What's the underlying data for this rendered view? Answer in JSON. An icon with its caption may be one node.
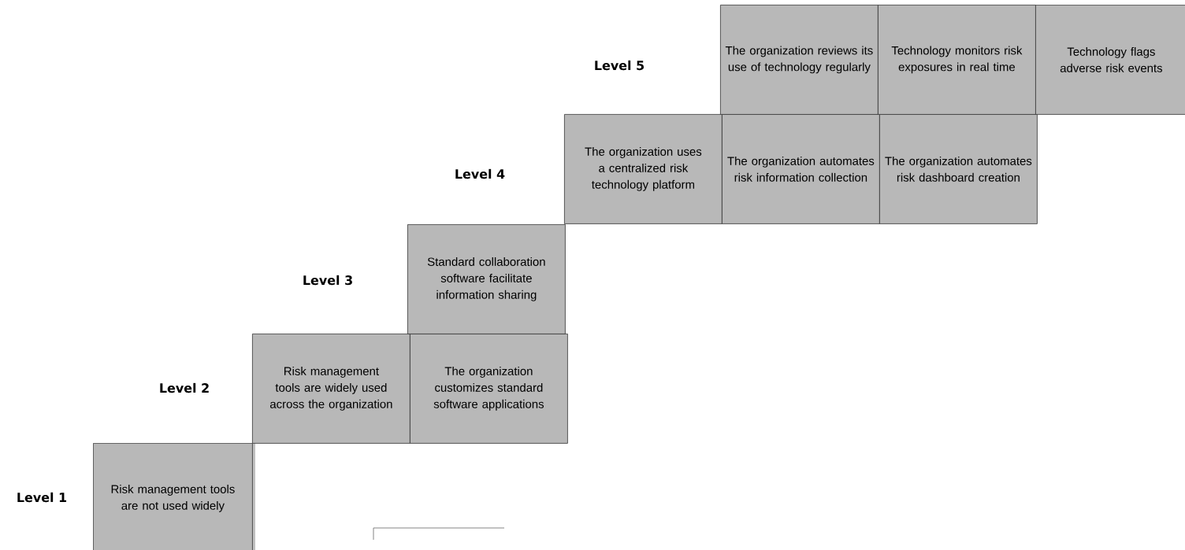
{
  "diagram": {
    "nodes": [
      {
        "text": [
          "Risk management tools are not used widely"
        ]
      },
      {
        "text": [
          "Risk management tools are widely used across the organization"
        ]
      },
      {
        "text": [
          "The organization customizes standard software applications"
        ]
      },
      {
        "text": [
          "Standard collaboration software facilitate information sharing"
        ]
      },
      {
        "text": [
          "The organization uses a centralized risk technology platform"
        ]
      },
      {
        "text": [
          "The organization automates risk information collection"
        ]
      },
      {
        "text": [
          "The organization automates risk dashboard creation"
        ]
      },
      {
        "text": [
          "The organization reviews its use of technology regularly"
        ]
      },
      {
        "text": [
          "Technology monitors risk exposures in real time"
        ]
      },
      {
        "text": [
          "Technology flags adverse risk events"
        ]
      }
    ],
    "labels": [
      "Level 5",
      "Level 4",
      "Level 3",
      "Level 2",
      "Level 1"
    ]
  }
}
